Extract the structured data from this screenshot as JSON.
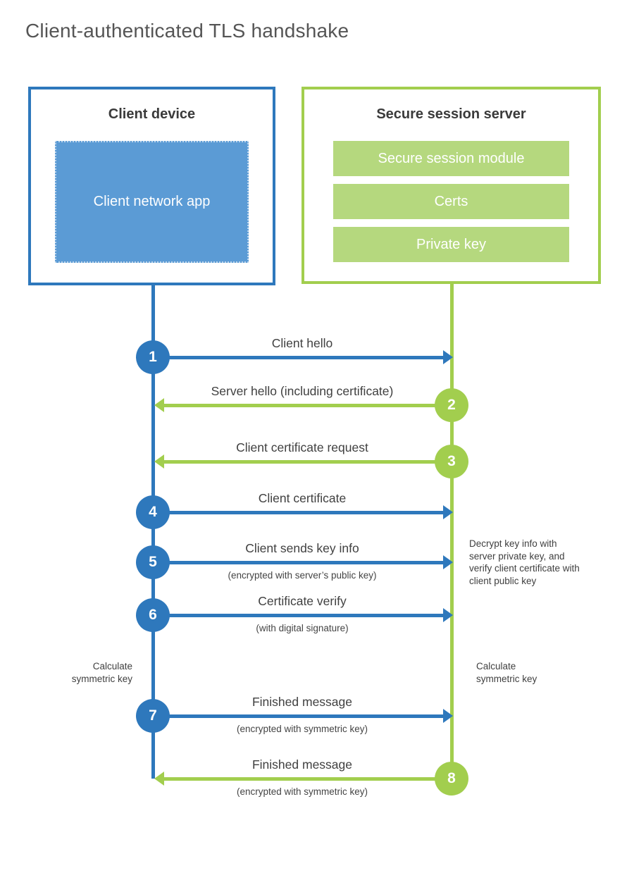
{
  "page": {
    "title": "Client-authenticated TLS handshake"
  },
  "colors": {
    "blue_line": "#2e78bc",
    "blue_fill": "#5b9bd5",
    "green_line": "#a2ce4e",
    "green_fill": "#b5d87e",
    "label_text": "#404040"
  },
  "client": {
    "title": "Client device",
    "app_label": "Client network app"
  },
  "server": {
    "title": "Secure session server",
    "modules": [
      "Secure session module",
      "Certs",
      "Private key"
    ]
  },
  "steps": [
    {
      "num": "1",
      "label": "Client hello",
      "sub": "",
      "direction": "client-to-server"
    },
    {
      "num": "2",
      "label": "Server hello (including certificate)",
      "sub": "",
      "direction": "server-to-client"
    },
    {
      "num": "3",
      "label": "Client certificate request",
      "sub": "",
      "direction": "server-to-client"
    },
    {
      "num": "4",
      "label": "Client certificate",
      "sub": "",
      "direction": "client-to-server"
    },
    {
      "num": "5",
      "label": "Client sends key info",
      "sub": "(encrypted with server’s public key)",
      "direction": "client-to-server"
    },
    {
      "num": "6",
      "label": "Certificate verify",
      "sub": "(with digital signature)",
      "direction": "client-to-server"
    },
    {
      "num": "7",
      "label": "Finished message",
      "sub": "(encrypted with symmetric key)",
      "direction": "client-to-server"
    },
    {
      "num": "8",
      "label": "Finished message",
      "sub": "(encrypted with symmetric key)",
      "direction": "server-to-client"
    }
  ],
  "annotations": {
    "server_note": "Decrypt key info with server private key, and verify client certificate with client public key",
    "calc_left": "Calculate symmetric key",
    "calc_right": "Calculate symmetric key"
  }
}
